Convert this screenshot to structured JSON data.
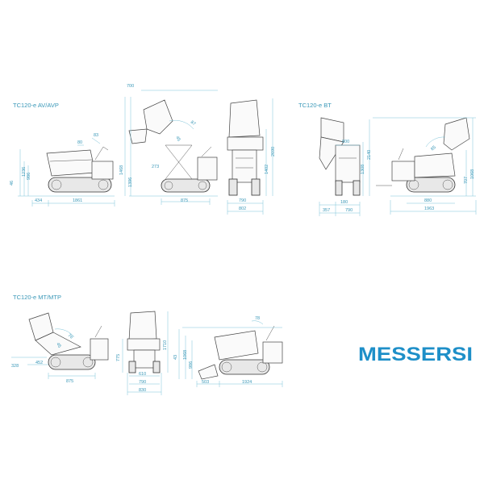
{
  "titles": {
    "av": "TC120-e AV/AVP",
    "bt": "TC120-e BT",
    "mt": "TC120-e MT/MTP"
  },
  "dims": {
    "av_side": [
      "80",
      "83",
      "46",
      "1236",
      "986",
      "434",
      "1861"
    ],
    "av_tip": [
      "700",
      "87",
      "45",
      "1468",
      "1396",
      "273",
      "875"
    ],
    "av_front": [
      "2690",
      "1402",
      "790",
      "802"
    ],
    "bt_front": [
      "800",
      "2140",
      "1308",
      "357",
      "180",
      "790"
    ],
    "bt_side": [
      "85",
      "707",
      "1068",
      "880",
      "1963"
    ],
    "mt_side": [
      "76",
      "45",
      "328",
      "452",
      "875"
    ],
    "mt_front": [
      "775",
      "1710",
      "610",
      "790",
      "830"
    ],
    "mt_lift": [
      "78",
      "43",
      "1068",
      "986",
      "503",
      "1924"
    ]
  },
  "logo": {
    "text": "MESSERSI",
    "color": "#1e8fc8"
  },
  "colors": {
    "dimension": "#3a98b8",
    "drawing": "#444444"
  }
}
